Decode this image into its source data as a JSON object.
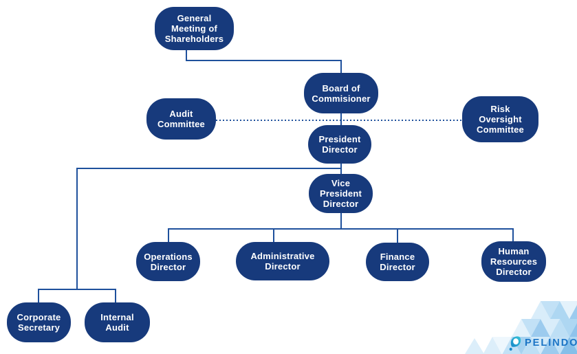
{
  "org": {
    "general_meeting": {
      "label": "General\nMeeting of\nShareholders"
    },
    "board": {
      "label": "Board of\nCommisioner"
    },
    "audit_committee": {
      "label": "Audit\nCommittee"
    },
    "risk_committee": {
      "label": "Risk\nOversight\nCommittee"
    },
    "president": {
      "label": "President\nDirector"
    },
    "vice_president": {
      "label": "Vice\nPresident\nDirector"
    },
    "operations": {
      "label": "Operations\nDirector"
    },
    "administrative": {
      "label": "Administrative\nDirector"
    },
    "finance": {
      "label": "Finance\nDirector"
    },
    "human_resources": {
      "label": "Human\nResources\nDirector"
    },
    "corporate_secretary": {
      "label": "Corporate\nSecretary"
    },
    "internal_audit": {
      "label": "Internal\nAudit"
    }
  },
  "logo": {
    "brand": "PELINDO"
  },
  "colors": {
    "node_fill": "#173A7C",
    "node_text": "#FFFFFF",
    "connector": "#1E509C",
    "logo_text": "#1B74C5",
    "logo_icon_teal": "#2FBBD6",
    "logo_icon_blue": "#1787C9",
    "pattern_blues": [
      "#EEF7FD",
      "#DCEEFA",
      "#C2E1F6",
      "#AED7F2",
      "#9CCBEE",
      "#8FC3EB",
      "#85BFE9"
    ]
  }
}
